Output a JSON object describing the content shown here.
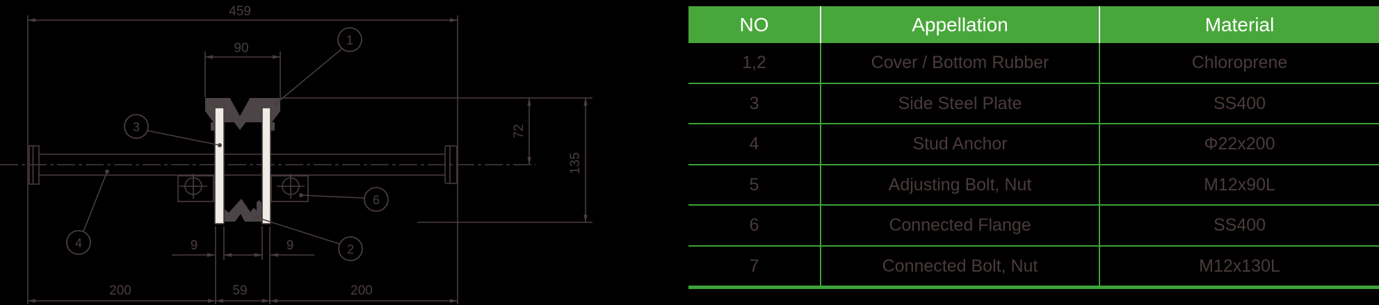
{
  "drawing": {
    "dimensions": {
      "total_width": "459",
      "top_width": "90",
      "right_height_upper": "72",
      "right_height_total": "135",
      "bottom_left": "200",
      "bottom_center": "59",
      "bottom_right": "200",
      "plate_left": "9",
      "plate_right": "9"
    },
    "callouts": {
      "one": "1",
      "two": "2",
      "three": "3",
      "four": "4",
      "six": "6"
    }
  },
  "table": {
    "headers": [
      "NO",
      "Appellation",
      "Material"
    ],
    "rows": [
      {
        "no": "1,2",
        "appellation": "Cover / Bottom Rubber",
        "material": "Chloroprene"
      },
      {
        "no": "3",
        "appellation": "Side Steel Plate",
        "material": "SS400"
      },
      {
        "no": "4",
        "appellation": "Stud Anchor",
        "material": "Φ22x200"
      },
      {
        "no": "5",
        "appellation": "Adjusting Bolt, Nut",
        "material": "M12x90L"
      },
      {
        "no": "6",
        "appellation": "Connected Flange",
        "material": "SS400"
      },
      {
        "no": "7",
        "appellation": "Connected Bolt, Nut",
        "material": "M12x130L"
      }
    ],
    "colors": {
      "header_bg": "#48a73a",
      "grid_line": "#3da339",
      "header_text": "#ffffff",
      "body_text": "#4a3b3b"
    }
  }
}
